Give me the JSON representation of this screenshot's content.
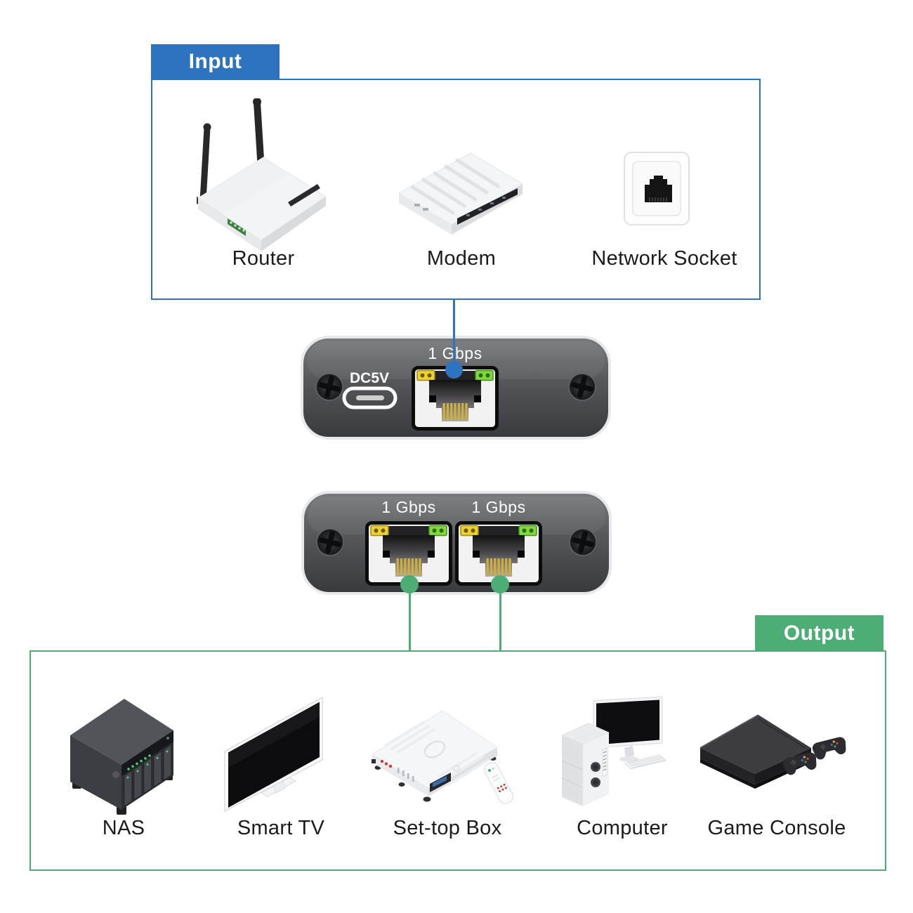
{
  "colors": {
    "input_accent": "#2d73bf",
    "output_accent": "#4cae74",
    "device_body": "#54565a",
    "led_yellow": "#ecd12f",
    "led_green": "#82d63f"
  },
  "input_section": {
    "label": "Input",
    "items": [
      {
        "name": "Router",
        "icon": "router-icon"
      },
      {
        "name": "Modem",
        "icon": "modem-icon"
      },
      {
        "name": "Network Socket",
        "icon": "network-socket-icon"
      }
    ]
  },
  "splitter_input_panel": {
    "power_port_label": "DC5V",
    "port_label": "1 Gbps"
  },
  "splitter_output_panel": {
    "port_labels": [
      "1 Gbps",
      "1 Gbps"
    ]
  },
  "output_section": {
    "label": "Output",
    "items": [
      {
        "name": "NAS",
        "icon": "nas-icon"
      },
      {
        "name": "Smart TV",
        "icon": "smart-tv-icon"
      },
      {
        "name": "Set-top Box",
        "icon": "set-top-box-icon"
      },
      {
        "name": "Computer",
        "icon": "computer-icon"
      },
      {
        "name": "Game Console",
        "icon": "game-console-icon"
      }
    ]
  }
}
